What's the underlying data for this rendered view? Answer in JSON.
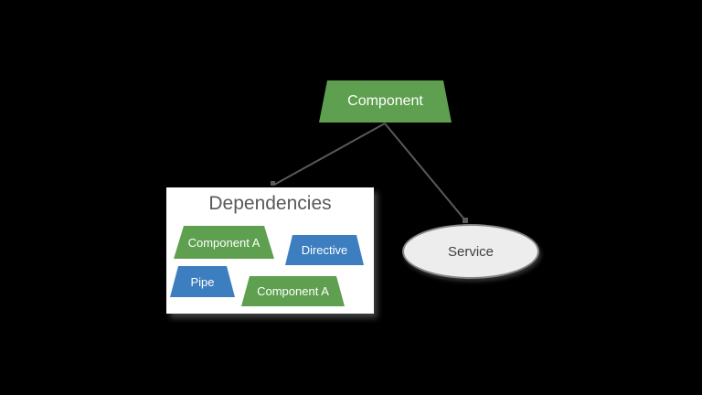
{
  "diagram": {
    "background_color": "#000000",
    "connector_color": "#595959",
    "component": {
      "label": "Component",
      "shape": "trapezoid",
      "fill": "#5ea04f",
      "text_color": "#ffffff"
    },
    "dependencies_box": {
      "title": "Dependencies",
      "fill": "#ffffff",
      "title_color": "#595959",
      "items": [
        {
          "label": "Component A",
          "shape": "trapezoid",
          "fill": "#5ea04f"
        },
        {
          "label": "Directive",
          "shape": "trapezoid",
          "fill": "#3d7ec0"
        },
        {
          "label": "Pipe",
          "shape": "trapezoid",
          "fill": "#3d7ec0"
        },
        {
          "label": "Component A",
          "shape": "trapezoid",
          "fill": "#5ea04f"
        }
      ]
    },
    "service": {
      "label": "Service",
      "shape": "ellipse",
      "fill": "#ededed",
      "border_color": "#848484",
      "text_color": "#404040"
    }
  }
}
